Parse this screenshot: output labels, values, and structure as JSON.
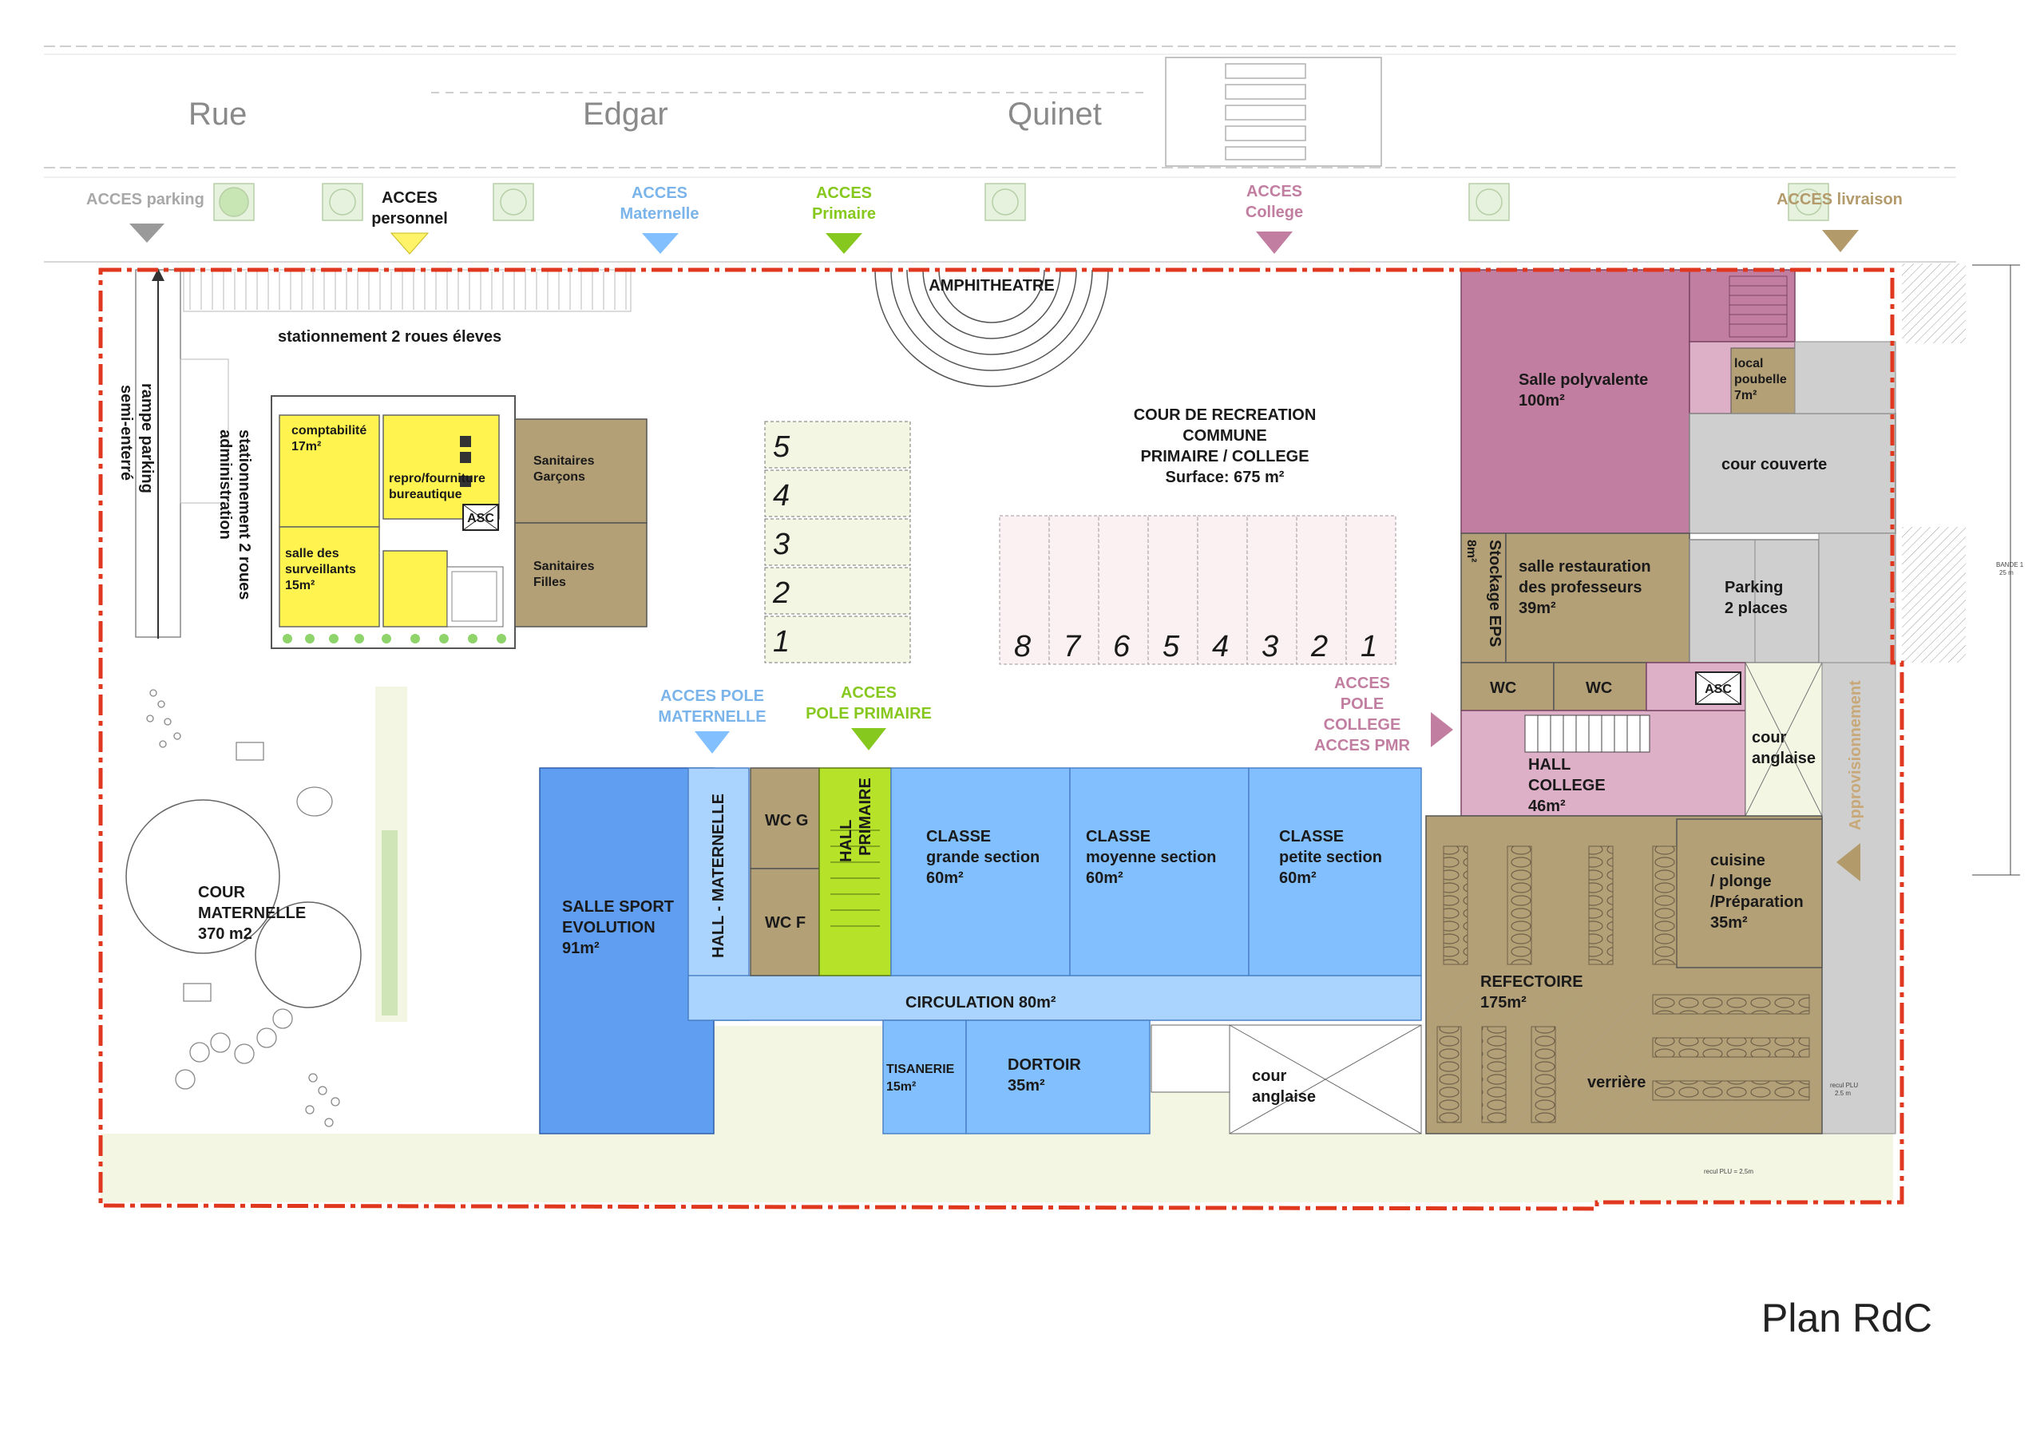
{
  "street": {
    "word1": "Rue",
    "word2": "Edgar",
    "word3": "Quinet"
  },
  "plan_title": "Plan  RdC",
  "colors": {
    "maternelle": "#82bfff",
    "primaire": "#b6e22a",
    "college": "#c27ea0",
    "college_light": "#deb0c8",
    "admin": "#fff34f",
    "services": "#b4a077",
    "covered": "#cfcfcf",
    "garden": "#f2f6e3",
    "boundary": "#e0381e",
    "parking_arrow": "#9a9a9a",
    "personnel_arrow": "#fff36a",
    "livraison": "#b39a6b",
    "access_maternelle_text": "#7ab4ea",
    "access_primaire_text": "#86c81e",
    "access_college_text": "#c27ea0"
  },
  "access": {
    "parking": "ACCES parking",
    "personnel_1": "ACCES",
    "personnel_2": "personnel",
    "maternelle_1": "ACCES",
    "maternelle_2": "Maternelle",
    "primaire_1": "ACCES",
    "primaire_2": "Primaire",
    "college_1": "ACCES",
    "college_2": "College",
    "livraison": "ACCES livraison",
    "pole_mat_1": "ACCES POLE",
    "pole_mat_2": "MATERNELLE",
    "pole_prim_1": "ACCES",
    "pole_prim_2": "POLE PRIMAIRE",
    "pole_col_1": "ACCES",
    "pole_col_2": "POLE",
    "pole_col_3": "COLLEGE",
    "pole_col_4": "ACCES PMR",
    "approvisionnement": "Approvisionnement"
  },
  "labels": {
    "amphitheatre": "AMPHITHEATRE",
    "stationnement_eleves": "stationnement 2 roues éleves",
    "stationnement_admin_1": "stationnement 2 roues",
    "stationnement_admin_2": "administration",
    "rampe_1": "rampe parking",
    "rampe_2": "semi-enterré",
    "cour_rec_1": "COUR DE RECREATION",
    "cour_rec_2": "COMMUNE",
    "cour_rec_3": "PRIMAIRE / COLLEGE",
    "cour_rec_4": "Surface: 675 m²",
    "cour_mat_1": "COUR",
    "cour_mat_2": "MATERNELLE",
    "cour_mat_3": "370 m2",
    "bande": "BANDE 1",
    "bande_dim": "25 m",
    "recul_plu_1": "recul PLU",
    "recul_plu_1_dim": "2.5 m",
    "recul_plu_2": "recul PLU = 2,5m"
  },
  "rooms": {
    "comptabilite": "comptabilité",
    "comptabilite_area": "17m²",
    "repro_1": "repro/fourniture",
    "repro_2": "bureautique",
    "asc": "ASC",
    "surveillants_1": "salle des",
    "surveillants_2": "surveillants",
    "surveillants_area": "15m²",
    "san_garcons_1": "Sanitaires",
    "san_garcons_2": "Garçons",
    "san_filles_1": "Sanitaires",
    "san_filles_2": "Filles",
    "salle_poly": "Salle polyvalente",
    "salle_poly_area": "100m²",
    "local_poubelle_1": "local",
    "local_poubelle_2": "poubelle",
    "local_poubelle_area": "7m²",
    "cour_couverte": "cour  couverte",
    "stockage_eps": "Stockage EPS",
    "stockage_eps_area": "8m²",
    "restauration_1": "salle restauration",
    "restauration_2": "des professeurs",
    "restauration_area": "39m²",
    "parking_1": "Parking",
    "parking_2": "2 places",
    "wc1": "WC",
    "wc2": "WC",
    "asc2": "ASC",
    "hall_college_1": "HALL",
    "hall_college_2": "COLLEGE",
    "hall_college_area": "46m²",
    "cour_anglaise": "cour",
    "cour_anglaise_2": "anglaise",
    "cuisine_1": "cuisine",
    "cuisine_2": "/ plonge",
    "cuisine_3": "/Préparation",
    "cuisine_area": "35m²",
    "refectoire": "REFECTOIRE",
    "refectoire_area": "175m²",
    "verriere": "verrière",
    "salle_sport_1": "SALLE SPORT",
    "salle_sport_2": "EVOLUTION",
    "salle_sport_area": "91m²",
    "hall_mat": "HALL - MATERNELLE",
    "wc_g": "WC G",
    "wc_f": "WC F",
    "hall_prim_1": "HALL",
    "hall_prim_2": "PRIMAIRE",
    "classe_gs_1": "CLASSE",
    "classe_gs_2": "grande section",
    "classe_gs_area": "60m²",
    "classe_ms_1": "CLASSE",
    "classe_ms_2": "moyenne section",
    "classe_ms_area": "60m²",
    "classe_ps_1": "CLASSE",
    "classe_ps_2": "petite section",
    "classe_ps_area": "60m²",
    "circulation": "CIRCULATION 80m²",
    "tisanerie": "TISANERIE",
    "tisanerie_area": "15m²",
    "dortoir": "DORTOIR",
    "dortoir_area": "35m²",
    "cour_anglaise_b_1": "cour",
    "cour_anglaise_b_2": "anglaise"
  },
  "numbers": {
    "stack": [
      "5",
      "4",
      "3",
      "2",
      "1"
    ],
    "row": [
      "8",
      "7",
      "6",
      "5",
      "4",
      "3",
      "2",
      "1"
    ]
  }
}
